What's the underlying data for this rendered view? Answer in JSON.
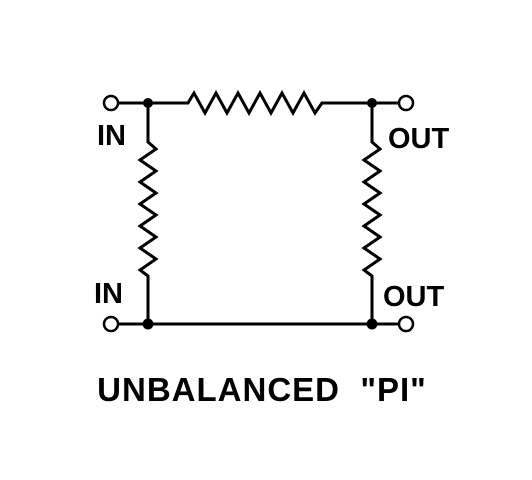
{
  "diagram": {
    "labels": {
      "in_top": "IN",
      "in_bottom": "IN",
      "out_top": "OUT",
      "out_bottom": "OUT"
    },
    "caption": "UNBALANCED  \"PI\"",
    "colors": {
      "line": "#000000",
      "background": "#ffffff"
    }
  }
}
